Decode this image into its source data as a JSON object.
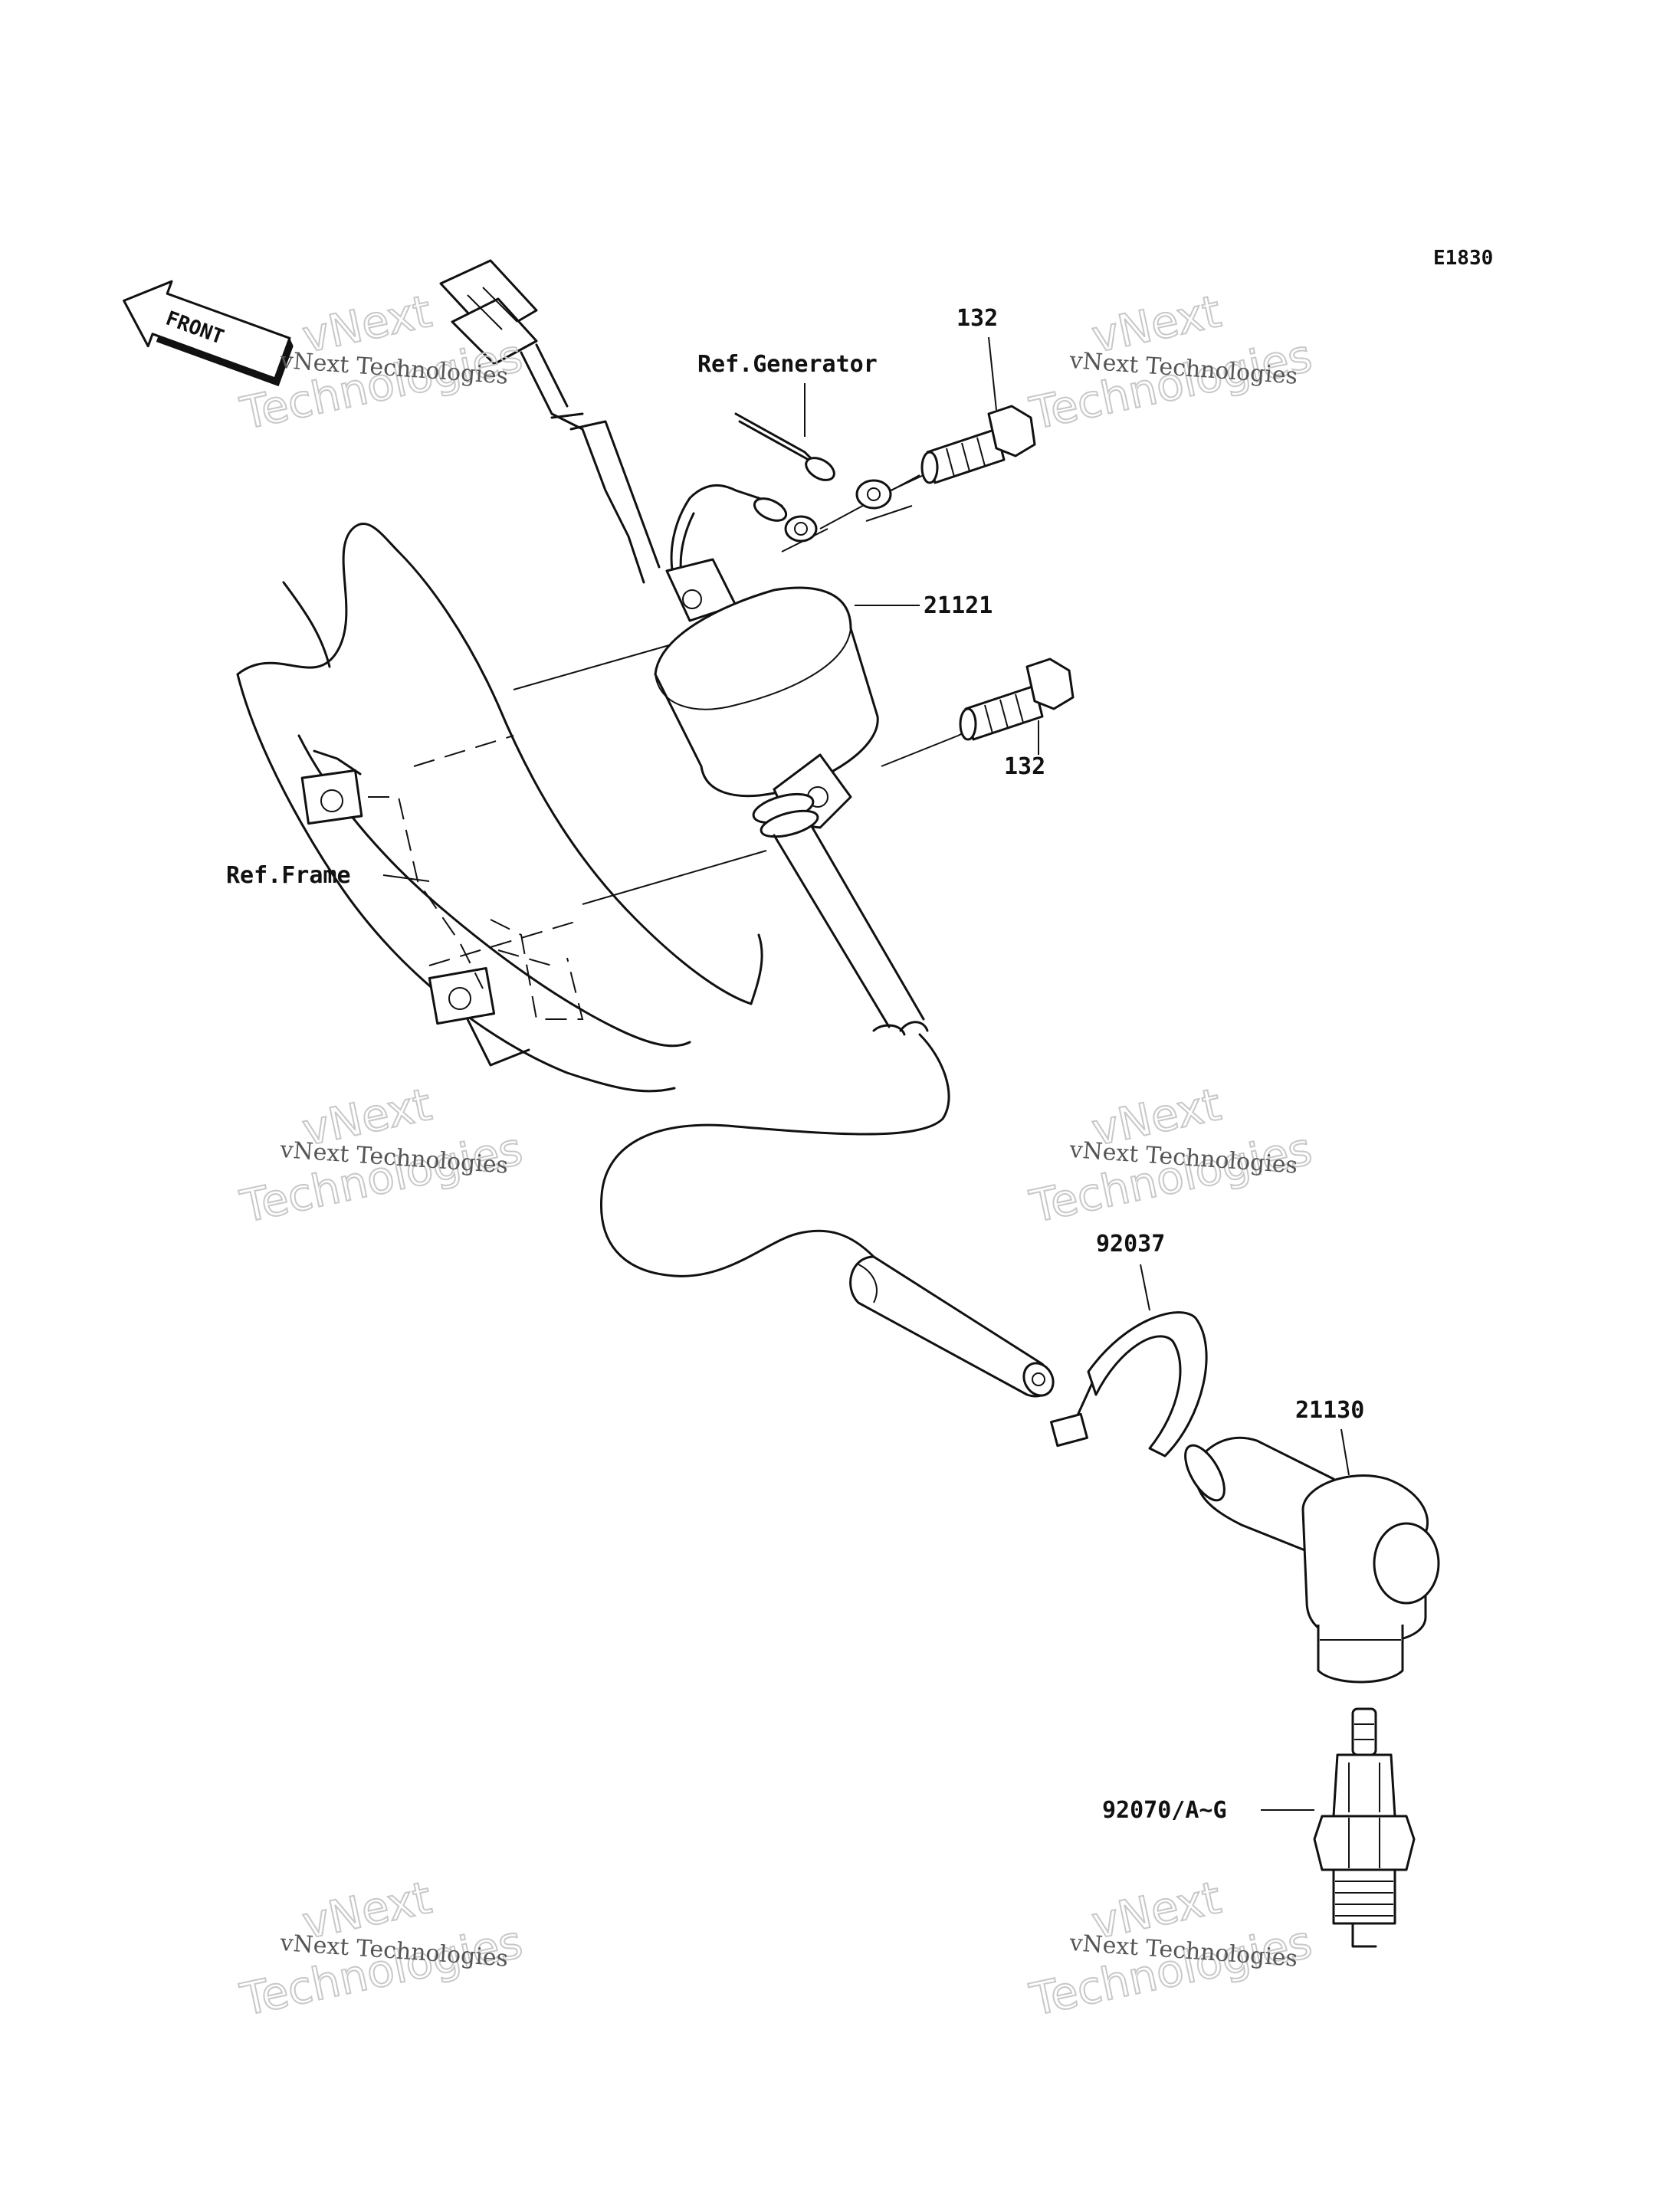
{
  "diagram": {
    "code": "E1830",
    "front_marker": "FRONT",
    "refs": {
      "generator": "Ref.Generator",
      "frame": "Ref.Frame"
    },
    "parts": {
      "bolt_top": "132",
      "bolt_bottom": "132",
      "ignition_coil": "21121",
      "clamp": "92037",
      "plug_cap": "21130",
      "spark_plug": "92070/A~G"
    }
  },
  "watermark": {
    "line_small": "vNext Technologies",
    "line_large_1": "vNext",
    "line_large_2": "Technologies"
  }
}
